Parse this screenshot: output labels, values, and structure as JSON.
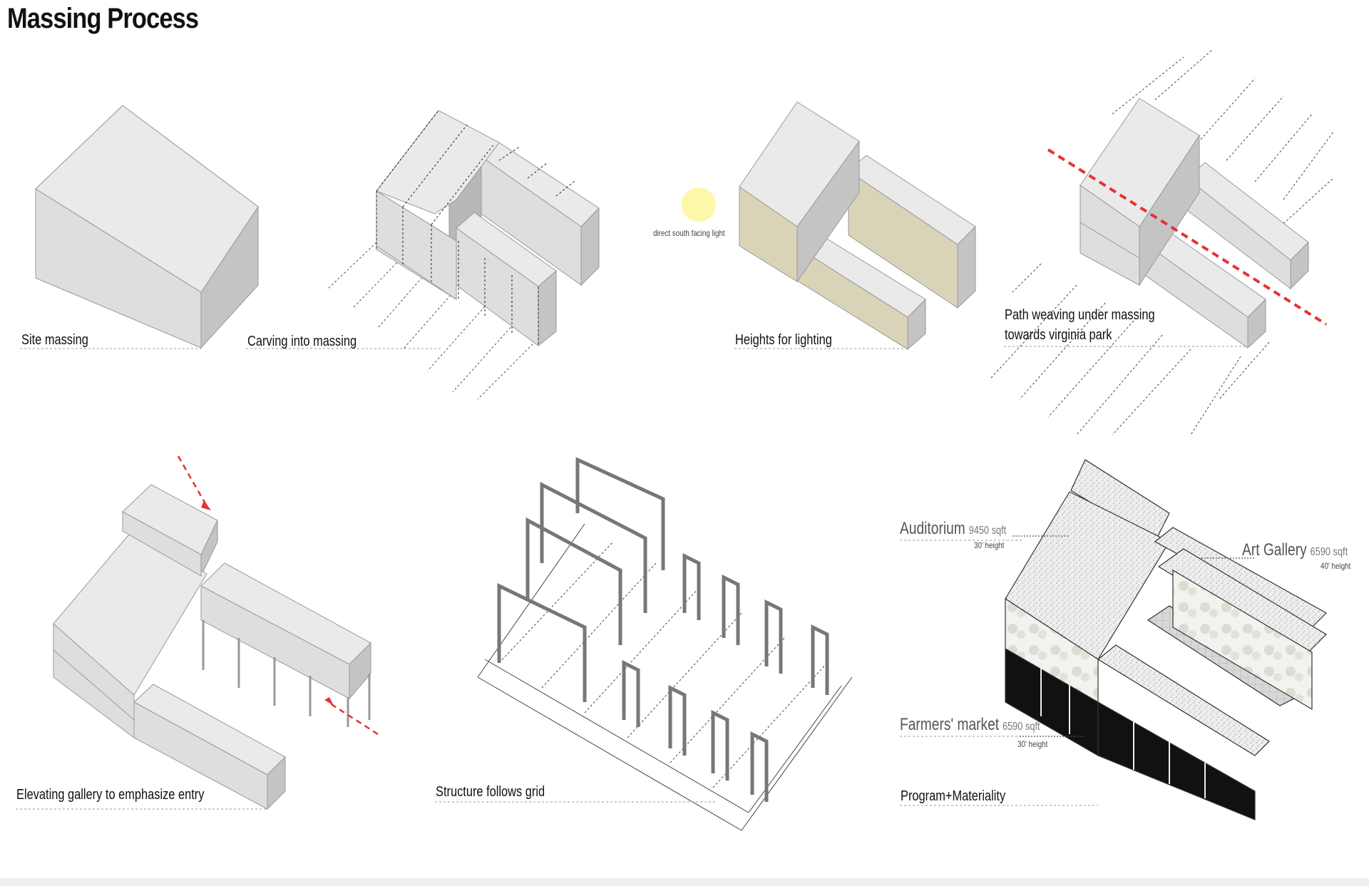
{
  "title": "Massing Process",
  "panels": [
    {
      "caption": "Site massing"
    },
    {
      "caption": "Carving into massing"
    },
    {
      "caption": "Heights for lighting",
      "note": "direct south facing light"
    },
    {
      "caption_lines": [
        "Path weaving under massing",
        "towards virginia park"
      ]
    },
    {
      "caption": "Elevating gallery to emphasize entry"
    },
    {
      "caption": "Structure follows grid"
    },
    {
      "caption": "Program+Materiality",
      "programs": [
        {
          "name": "Auditorium",
          "area": "9450 sqft",
          "height": "30' height"
        },
        {
          "name": "Art Gallery",
          "area": "6590 sqft",
          "height": "40' height"
        },
        {
          "name": "Farmers' market",
          "area": "6590 sqft",
          "height": "30' height"
        }
      ]
    }
  ],
  "colors": {
    "mass_top": "#eaeaea",
    "mass_left": "#dedede",
    "mass_right": "#c4c4c4",
    "light_face": "#d9d4b8",
    "sun": "#fdf7a8",
    "path_red": "#e53333",
    "glass_dark": "#111111"
  }
}
